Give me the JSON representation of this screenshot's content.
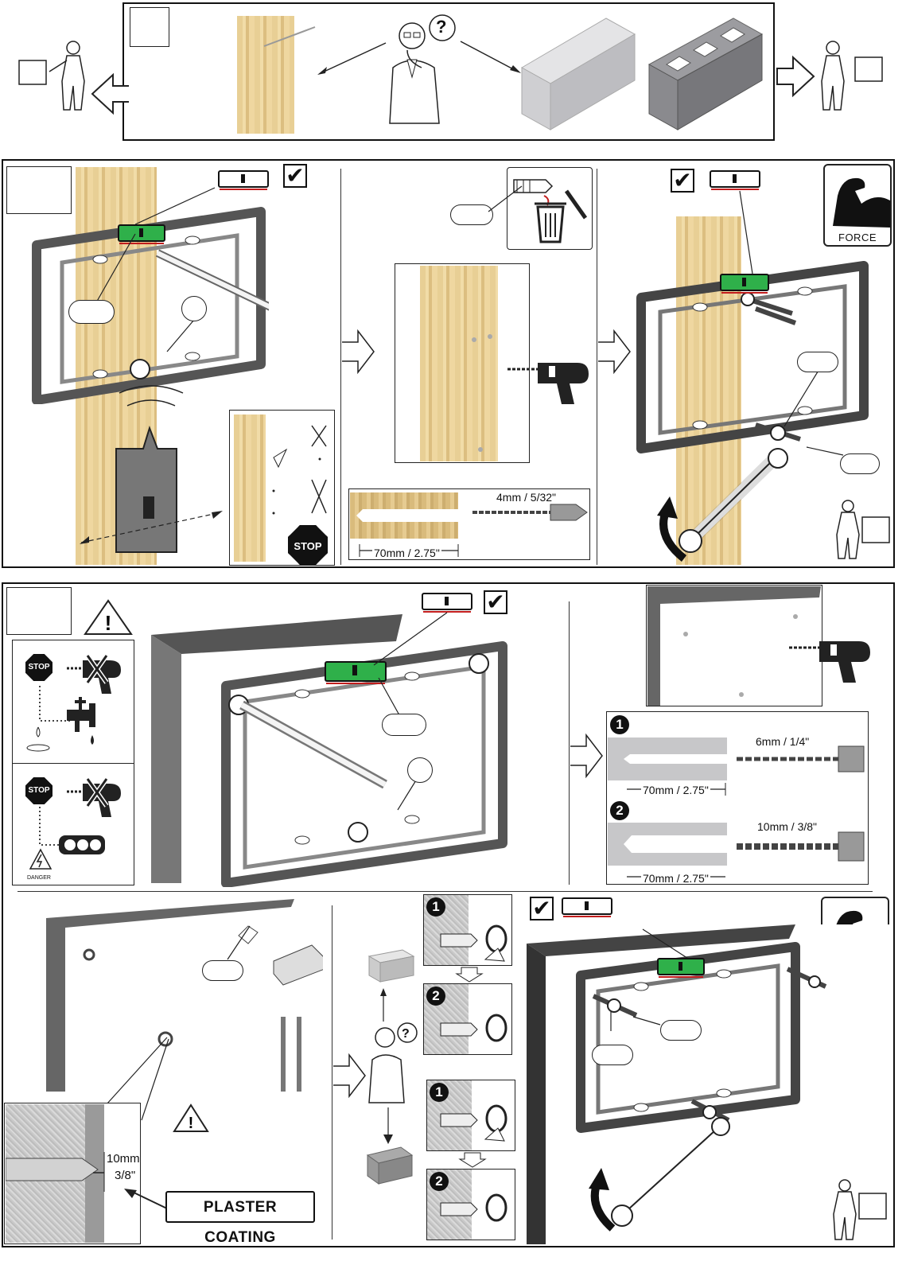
{
  "measurements": {
    "wood_drill_bit": "4mm / 5/32\"",
    "wood_depth": "70mm / 2.75\"",
    "concrete_bit_1": "6mm / 1/4\"",
    "concrete_depth_1": "70mm / 2.75\"",
    "concrete_bit_2": "10mm / 3/8\"",
    "concrete_depth_2": "70mm / 2.75\"",
    "plaster_depth_line1": "10mm",
    "plaster_depth_line2": "3/8\""
  },
  "badges": {
    "force": "FORCE",
    "stop": "STOP",
    "danger": "DANGER",
    "plaster": "PLASTER COATING",
    "step_one": "1",
    "step_two": "2"
  },
  "icons": {
    "check": "check-mark-icon",
    "level": "spirit-level-icon",
    "warning": "warning-triangle-icon",
    "person": "person-carrying-box-icon",
    "question": "question-mark-icon"
  },
  "colors": {
    "level_bubble": "#2fb04a",
    "level_underline": "#c21d1d",
    "wood": "#e8cf95",
    "concrete": "#c7c7c9",
    "outline": "#111111"
  }
}
